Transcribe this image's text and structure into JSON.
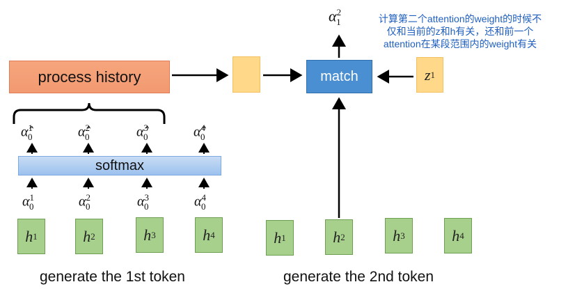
{
  "left_panel": {
    "process_label": "process history",
    "softmax_label": "softmax",
    "caption": "generate the 1st token",
    "hat_alpha": [
      {
        "base": "α̂",
        "sup": "1",
        "sub": "0"
      },
      {
        "base": "α̂",
        "sup": "2",
        "sub": "0"
      },
      {
        "base": "α̂",
        "sup": "3",
        "sub": "0"
      },
      {
        "base": "α̂",
        "sup": "4",
        "sub": "0"
      }
    ],
    "alpha": [
      {
        "base": "α",
        "sup": "1",
        "sub": "0"
      },
      {
        "base": "α",
        "sup": "2",
        "sub": "0"
      },
      {
        "base": "α",
        "sup": "3",
        "sub": "0"
      },
      {
        "base": "α",
        "sup": "4",
        "sub": "0"
      }
    ],
    "h": [
      {
        "base": "h",
        "sup": "1"
      },
      {
        "base": "h",
        "sup": "2"
      },
      {
        "base": "h",
        "sup": "3"
      },
      {
        "base": "h",
        "sup": "4"
      }
    ]
  },
  "right_panel": {
    "match_label": "match",
    "z": {
      "base": "z",
      "sup": "1"
    },
    "output_alpha": {
      "base": "α",
      "sup": "2",
      "sub": "1"
    },
    "note_line1": "计算第二个attention的weight的时候不",
    "note_line2": "仅和当前的z和h有关，还和前一个",
    "note_line3": "attention在某段范围内的weight有关",
    "caption": "generate the 2nd token",
    "h": [
      {
        "base": "h",
        "sup": "1"
      },
      {
        "base": "h",
        "sup": "2"
      },
      {
        "base": "h",
        "sup": "3"
      },
      {
        "base": "h",
        "sup": "4"
      }
    ]
  },
  "colors": {
    "process_fill": "#f29a72",
    "softmax_fill": "#9cc1ee",
    "yellow_fill": "#ffd88a",
    "match_fill": "#4a8fd2",
    "h_fill": "#a8d08d",
    "note_text": "#1f5fbf"
  }
}
